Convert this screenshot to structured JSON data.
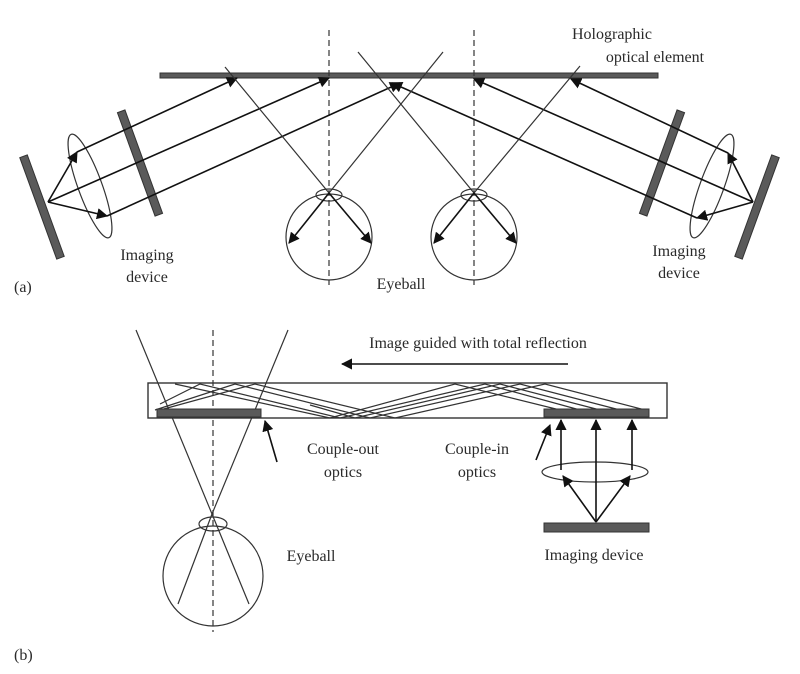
{
  "panel_a": {
    "tag": "(a)",
    "hoe_label_line1": "Holographic",
    "hoe_label_line2": "optical element",
    "left_device_line1": "Imaging",
    "left_device_line2": "device",
    "right_device_line1": "Imaging",
    "right_device_line2": "device",
    "eyeball_label": "Eyeball"
  },
  "panel_b": {
    "tag": "(b)",
    "guide_label": "Image guided with total reflection",
    "couple_out_line1": "Couple-out",
    "couple_out_line2": "optics",
    "couple_in_line1": "Couple-in",
    "couple_in_line2": "optics",
    "eyeball_label": "Eyeball",
    "device_label": "Imaging device"
  },
  "colors": {
    "plate": "#5a5a5a",
    "line": "#111111",
    "text": "#2a2a2a"
  }
}
